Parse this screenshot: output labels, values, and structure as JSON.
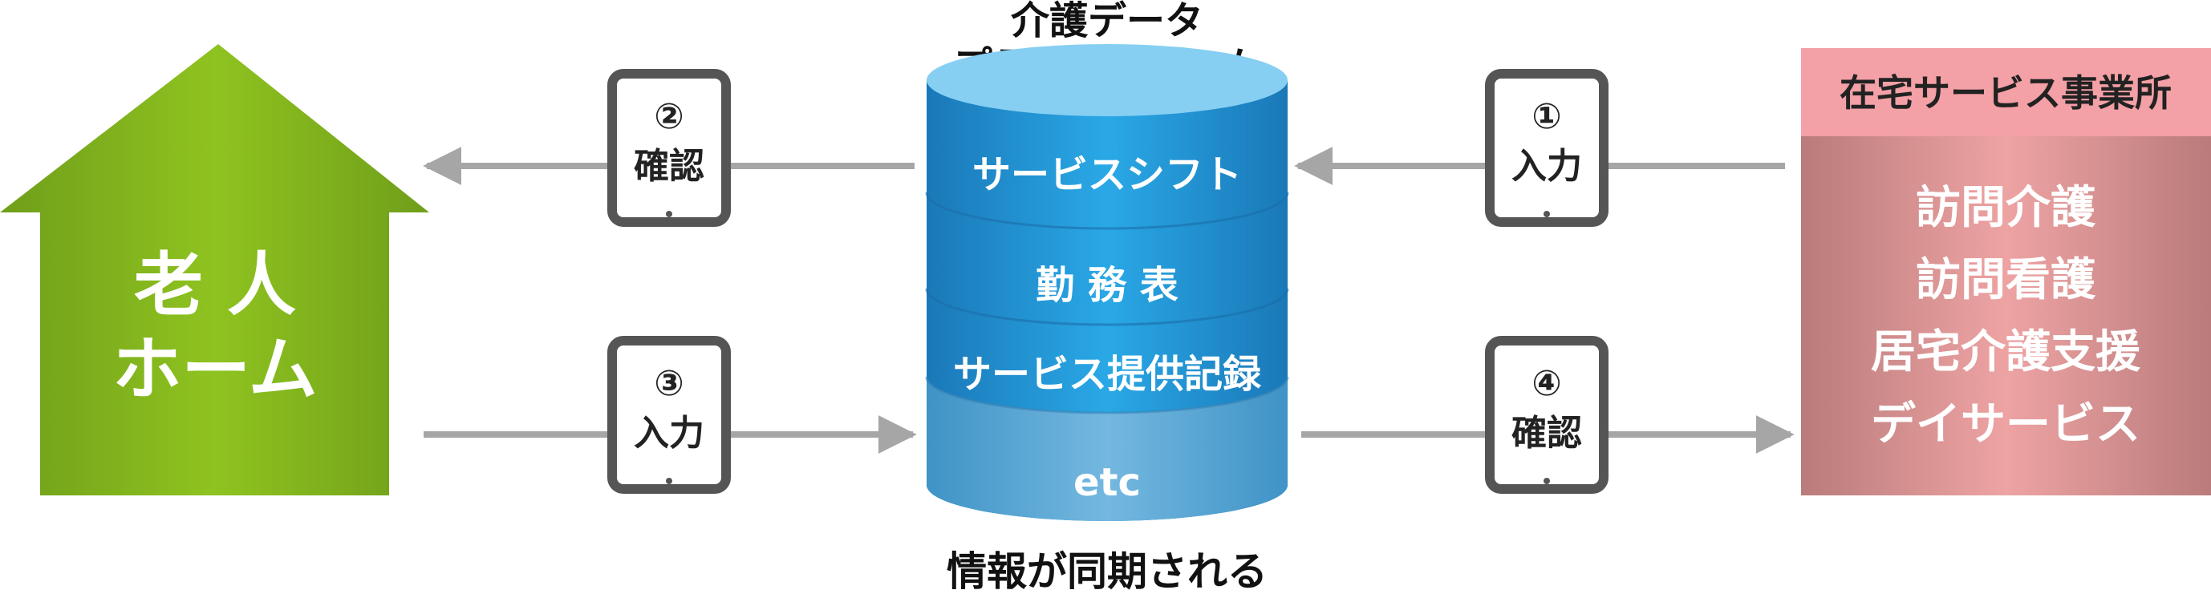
{
  "nursing_home": {
    "line1": "老 人",
    "line2": "ホーム"
  },
  "platform": {
    "title_line1": "介護データ",
    "title_line2": "プラットフォーム",
    "layers": [
      "サービスシフト",
      "勤 務 表",
      "サービス提供記録",
      "etc"
    ],
    "caption": "情報が同期される"
  },
  "provider": {
    "header": "在宅サービス事業所",
    "services": [
      "訪問介護",
      "訪問看護",
      "居宅介護支援",
      "デイサービス"
    ]
  },
  "steps": [
    {
      "number": "①",
      "label": "入力"
    },
    {
      "number": "②",
      "label": "確認"
    },
    {
      "number": "③",
      "label": "入力"
    },
    {
      "number": "④",
      "label": "確認"
    }
  ],
  "colors": {
    "house": "#8bbf22",
    "cylinder_top": "#6fc3ec",
    "cylinder_body": "#1e90d0",
    "provider_header": "#f29ea4",
    "provider_body": "#c98a8a",
    "arrow": "#a6a6a6",
    "tablet": "#555555"
  }
}
